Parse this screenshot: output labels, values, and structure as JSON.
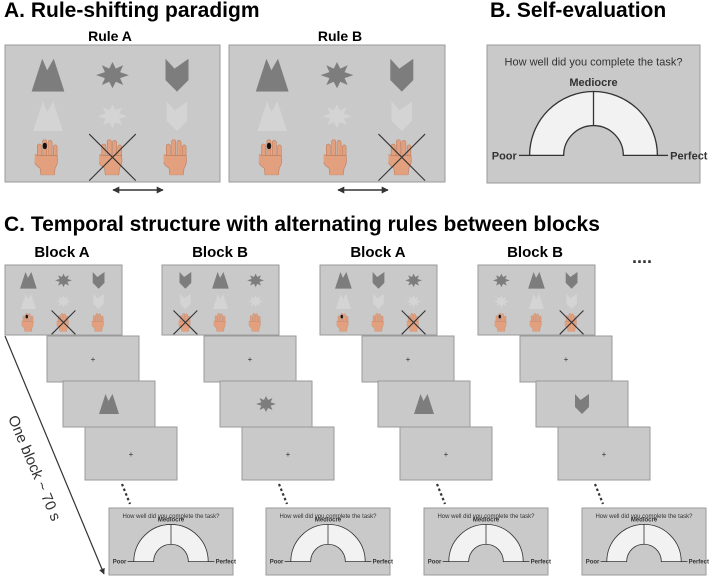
{
  "panels": {
    "a_title": "A. Rule-shifting paradigm",
    "b_title": "B. Self-evaluation",
    "c_title": "C. Temporal structure with alternating rules between blocks"
  },
  "rules": {
    "rule_a": "Rule A",
    "rule_b": "Rule B"
  },
  "evaluation": {
    "question": "How well did you complete the task?",
    "label_mid": "Mediocre",
    "label_low": "Poor",
    "label_high": "Perfect"
  },
  "blocks": [
    {
      "label": "Block A",
      "shapes": [
        "mountain",
        "star",
        "chevron"
      ],
      "cross": 1,
      "target": "mountain"
    },
    {
      "label": "Block B",
      "shapes": [
        "chevron",
        "mountain",
        "star"
      ],
      "cross": 0,
      "target": "star"
    },
    {
      "label": "Block A",
      "shapes": [
        "mountain",
        "chevron",
        "star"
      ],
      "cross": 2,
      "target": "mountain"
    },
    {
      "label": "Block B",
      "shapes": [
        "star",
        "mountain",
        "chevron"
      ],
      "cross": 2,
      "target": "chevron"
    }
  ],
  "ellipsis": "....",
  "block_duration": "One block ~ 70 s",
  "fixation": "+",
  "colors": {
    "screen_bg": "#c9c9c9",
    "screen_border": "#9a9a9a",
    "shape_dark": "#7d7d7d",
    "shape_faint": "#d4d4d4",
    "skin": "#e3a07e",
    "arch_fill": "#f2f2f2"
  }
}
